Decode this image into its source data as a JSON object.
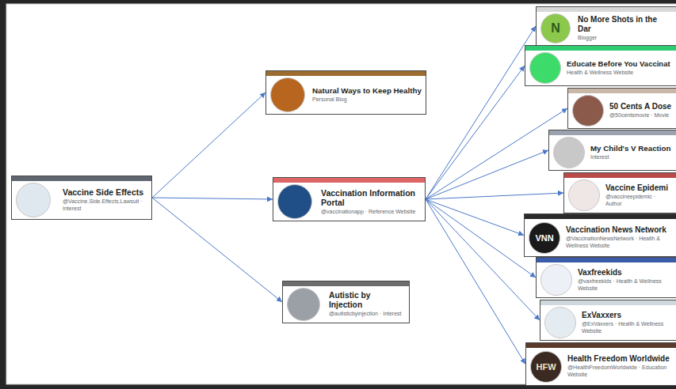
{
  "diagram": {
    "nodes": [
      {
        "text": [
          "Vaccine Side Effects",
          "@Vaccine.Side.Effects.Lawsuit · Interest"
        ]
      },
      {
        "text": [
          "Natural Ways to Keep Healthy",
          "Personal Blog"
        ]
      },
      {
        "text": [
          "Vaccination Information Portal",
          "@vaccinationapp · Reference Website"
        ]
      },
      {
        "text": [
          "Autistic by Injection",
          "@autisticbyinjection · Interest"
        ]
      },
      {
        "text": [
          "No More Shots in the Dar",
          "Blogger"
        ]
      },
      {
        "text": [
          "Educate Before You Vaccinat",
          "Health & Wellness Website"
        ]
      },
      {
        "text": [
          "50 Cents A Dose",
          "@50centsmovie · Movie"
        ]
      },
      {
        "text": [
          "My Child's V Reaction",
          "Interest"
        ]
      },
      {
        "text": [
          "Vaccine Epidemi",
          "@vaccineepidemic · Author"
        ]
      },
      {
        "text": [
          "Vaccination News Network",
          "@VaccinationNewsNetwork · Health & Wellness Website"
        ]
      },
      {
        "text": [
          "Vaxfreekids",
          "@vaxfreekids · Health & Wellness Website"
        ]
      },
      {
        "text": [
          "ExVaxxers",
          "@ExVaxxers · Health & Wellness Website"
        ]
      },
      {
        "text": [
          "Health Freedom Worldwide",
          "@HealthFreedomWorldwide · Education Website"
        ]
      }
    ],
    "edges": [
      {
        "from": 0,
        "to": 1,
        "arrow": "to"
      },
      {
        "from": 0,
        "to": 2,
        "arrow": "to"
      },
      {
        "from": 0,
        "to": 3,
        "arrow": "to"
      },
      {
        "from": 2,
        "to": 4,
        "arrow": "to"
      },
      {
        "from": 2,
        "to": 5,
        "arrow": "to"
      },
      {
        "from": 2,
        "to": 6,
        "arrow": "to"
      },
      {
        "from": 2,
        "to": 7,
        "arrow": "to"
      },
      {
        "from": 2,
        "to": 8,
        "arrow": "to"
      },
      {
        "from": 2,
        "to": 9,
        "arrow": "to"
      },
      {
        "from": 2,
        "to": 10,
        "arrow": "to"
      },
      {
        "from": 2,
        "to": 11,
        "arrow": "to"
      },
      {
        "from": 2,
        "to": 12,
        "arrow": "to"
      }
    ],
    "labels": [
      "N",
      "VNN",
      "HFW"
    ]
  }
}
